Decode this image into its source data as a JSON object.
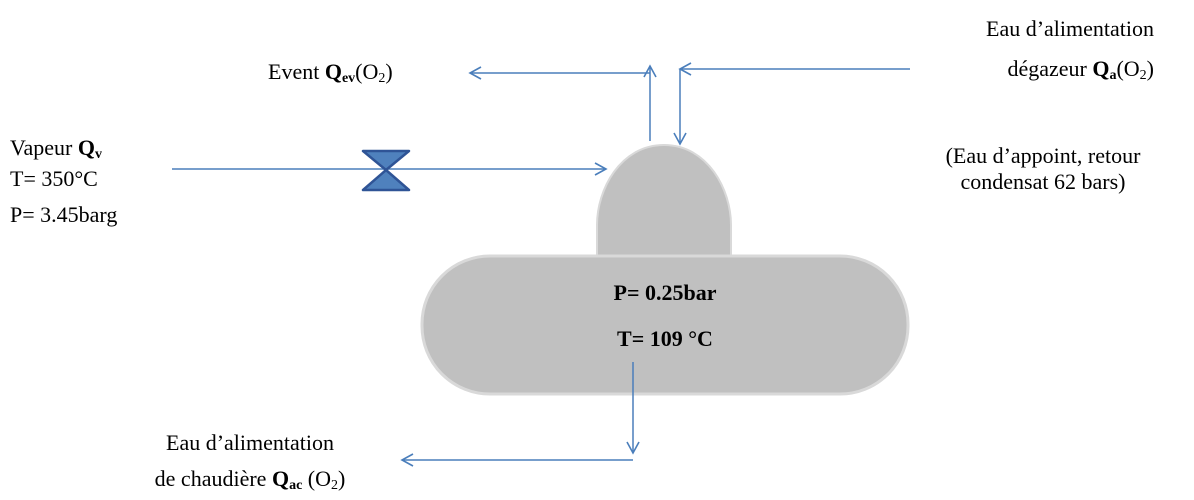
{
  "steam": {
    "name": "Vapeur",
    "symbol": "Q",
    "symbol_sub": "v",
    "temperature": "T= 350°C",
    "pressure": "P= 3.45barg"
  },
  "vent": {
    "name": "Event",
    "symbol": "Q",
    "symbol_sub": "ev",
    "species": "(O",
    "species_sub": "2",
    "close": ")"
  },
  "feed": {
    "line1": "Eau d’alimentation",
    "line2_prefix": "dégazeur",
    "symbol": "Q",
    "symbol_sub": "a",
    "species": "(O",
    "species_sub": "2",
    "close": ")",
    "note_line1": "(Eau d’appoint, retour",
    "note_line2": "condensat 62 bars)"
  },
  "boiler_feed": {
    "line1": "Eau d’alimentation",
    "line2_prefix": "de chaudière",
    "symbol": "Q",
    "symbol_sub": "ac",
    "species": "(O",
    "species_sub": "2",
    "close": ")"
  },
  "vessel": {
    "pressure": "P= 0.25bar",
    "temperature": "T= 109 °C"
  },
  "colors": {
    "line": "#4a7ebb",
    "valve_fill": "#4f81bd",
    "valve_stroke": "#2f5496",
    "vessel_fill": "#c0c0c0",
    "vessel_stroke": "#d9d9d9"
  }
}
